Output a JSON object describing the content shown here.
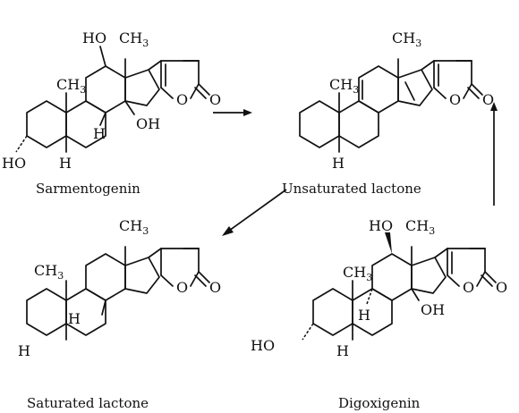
{
  "compounds": [
    {
      "id": "sarmentogenin",
      "name": "Sarmentogenin",
      "labels": {
        "ho_top": "HO",
        "ch3_top": "CH3",
        "ch3_ring": "CH3",
        "h_mid": "H",
        "oh_mid": "OH",
        "ho_left": "HO",
        "h_bottom": "H",
        "o_ring": "O",
        "o_carbonyl": "O"
      }
    },
    {
      "id": "unsaturated-lactone",
      "name": "Unsaturated lactone",
      "labels": {
        "ch3_top": "CH3",
        "ch3_ring": "CH3",
        "h_bottom": "H",
        "o_ring": "O",
        "o_carbonyl": "O"
      }
    },
    {
      "id": "saturated-lactone",
      "name": "Saturated lactone",
      "labels": {
        "ch3_top": "CH3",
        "ch3_ring": "CH3",
        "h_mid": "H",
        "h_bottom": "H",
        "o_ring": "O",
        "o_carbonyl": "O"
      }
    },
    {
      "id": "digoxigenin",
      "name": "Digoxigenin",
      "labels": {
        "ho_top": "HO",
        "ch3_top": "CH3",
        "ch3_ring": "CH3",
        "h_mid": "H",
        "oh_mid": "OH",
        "ho_left": "HO",
        "h_bottom": "H",
        "o_ring": "O",
        "o_carbonyl": "O"
      }
    }
  ],
  "arrows": [
    {
      "from": "sarmentogenin",
      "to": "unsaturated-lactone"
    },
    {
      "from": "unsaturated-lactone",
      "to": "saturated-lactone"
    },
    {
      "from": "digoxigenin",
      "to": "unsaturated-lactone"
    }
  ]
}
